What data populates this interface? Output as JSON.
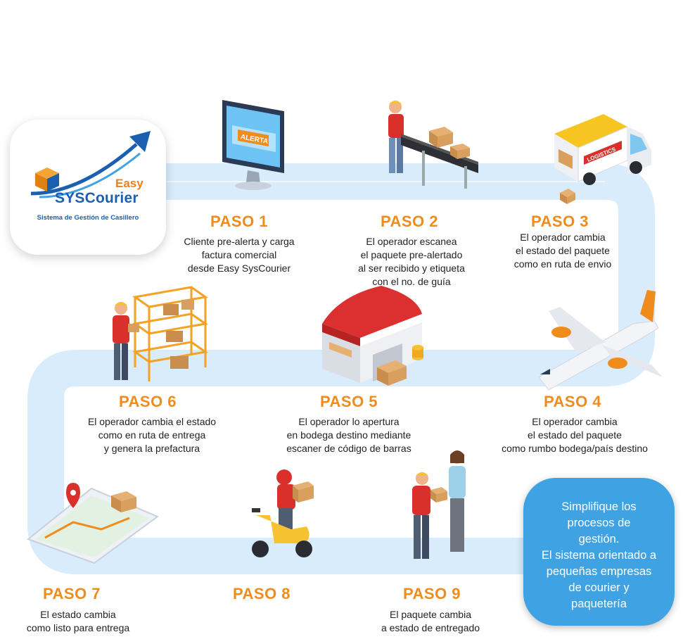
{
  "brand": {
    "name_line1": "Easy",
    "name_line2": "SYSCourier",
    "subtitle": "Sistema de Gestión de Casillero"
  },
  "steps": [
    {
      "title": "PASO 1",
      "desc": "Cliente pre-alerta y carga\nfactura comercial\ndesde Easy SysCourier",
      "illustration": "computer-alert-icon",
      "screen_label": "ALERTA"
    },
    {
      "title": "PASO 2",
      "desc": "El operador escanea\nel paquete pre-alertado\nal ser recibido y etiqueta\ncon el no. de guía",
      "illustration": "conveyor-operator-icon"
    },
    {
      "title": "PASO 3",
      "desc": "El operador cambia\nel estado del paquete\ncomo en ruta de envio",
      "illustration": "logistics-truck-icon",
      "truck_label": "LOGISTICS"
    },
    {
      "title": "PASO 4",
      "desc": "El operador cambia\nel estado del paquete\ncomo rumbo bodega/país destino",
      "illustration": "airplane-icon"
    },
    {
      "title": "PASO 5",
      "desc": "El operador lo apertura\nen bodega destino mediante\nescaner de código de barras",
      "illustration": "warehouse-icon"
    },
    {
      "title": "PASO 6",
      "desc": "El operador cambia el estado\ncomo en ruta de entrega\ny genera la prefactura",
      "illustration": "shelf-operator-icon"
    },
    {
      "title": "PASO 7",
      "desc": "El estado cambia\ncomo listo para entrega",
      "illustration": "map-phone-icon"
    },
    {
      "title": "PASO 8",
      "desc": "",
      "illustration": "delivery-scooter-icon"
    },
    {
      "title": "PASO 9",
      "desc": "El paquete cambia\na estado de entregado",
      "illustration": "handover-icon"
    }
  ],
  "callout": {
    "text": "Simplifique los\nprocesos de\ngestión.\nEl sistema orientado a\npequeñas empresas\nde courier y\npaquetería"
  },
  "colors": {
    "accent": "#f08c1c",
    "brand_blue": "#1b5fb0",
    "road": "#d8ecfb",
    "bubble": "#3fa3e3"
  }
}
